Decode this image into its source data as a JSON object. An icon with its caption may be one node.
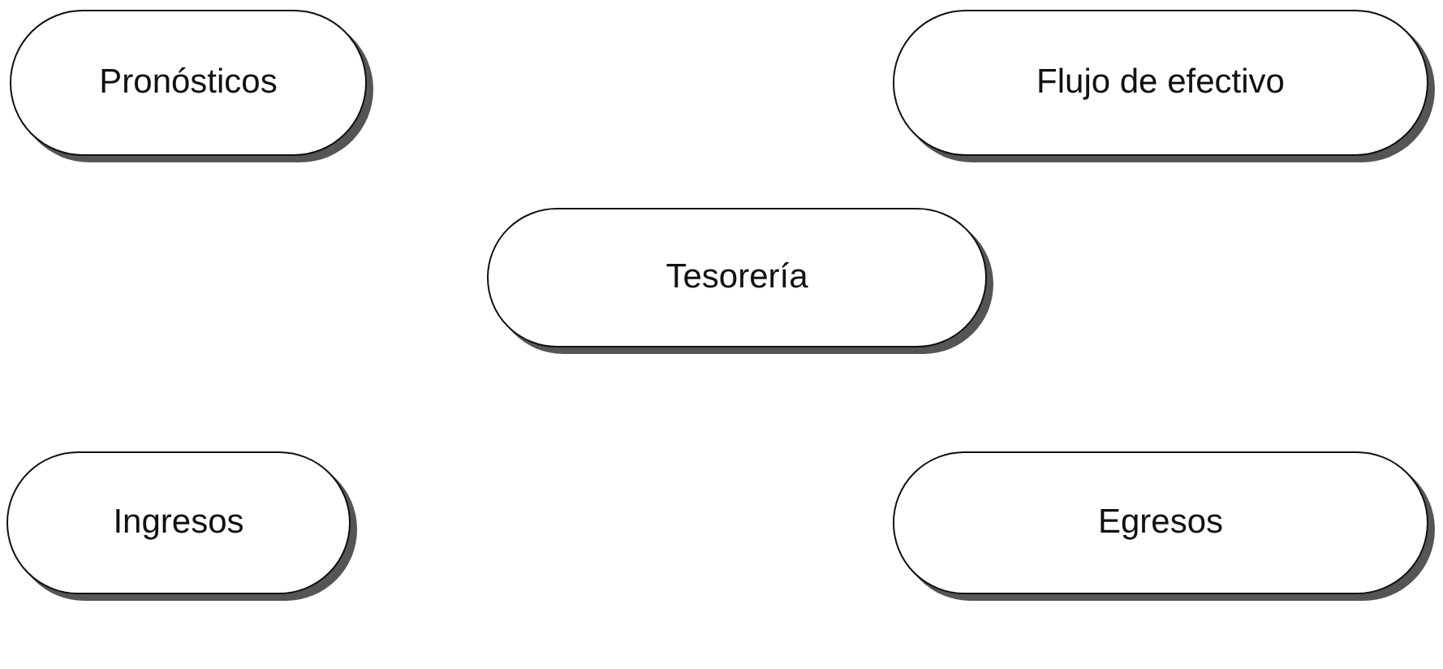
{
  "diagram": {
    "nodes": [
      {
        "text": [
          "Pronósticos"
        ]
      },
      {
        "text": [
          "Flujo de efectivo"
        ]
      },
      {
        "text": [
          "Tesorería"
        ]
      },
      {
        "text": [
          "Ingresos"
        ]
      },
      {
        "text": [
          "Egresos"
        ]
      }
    ]
  }
}
